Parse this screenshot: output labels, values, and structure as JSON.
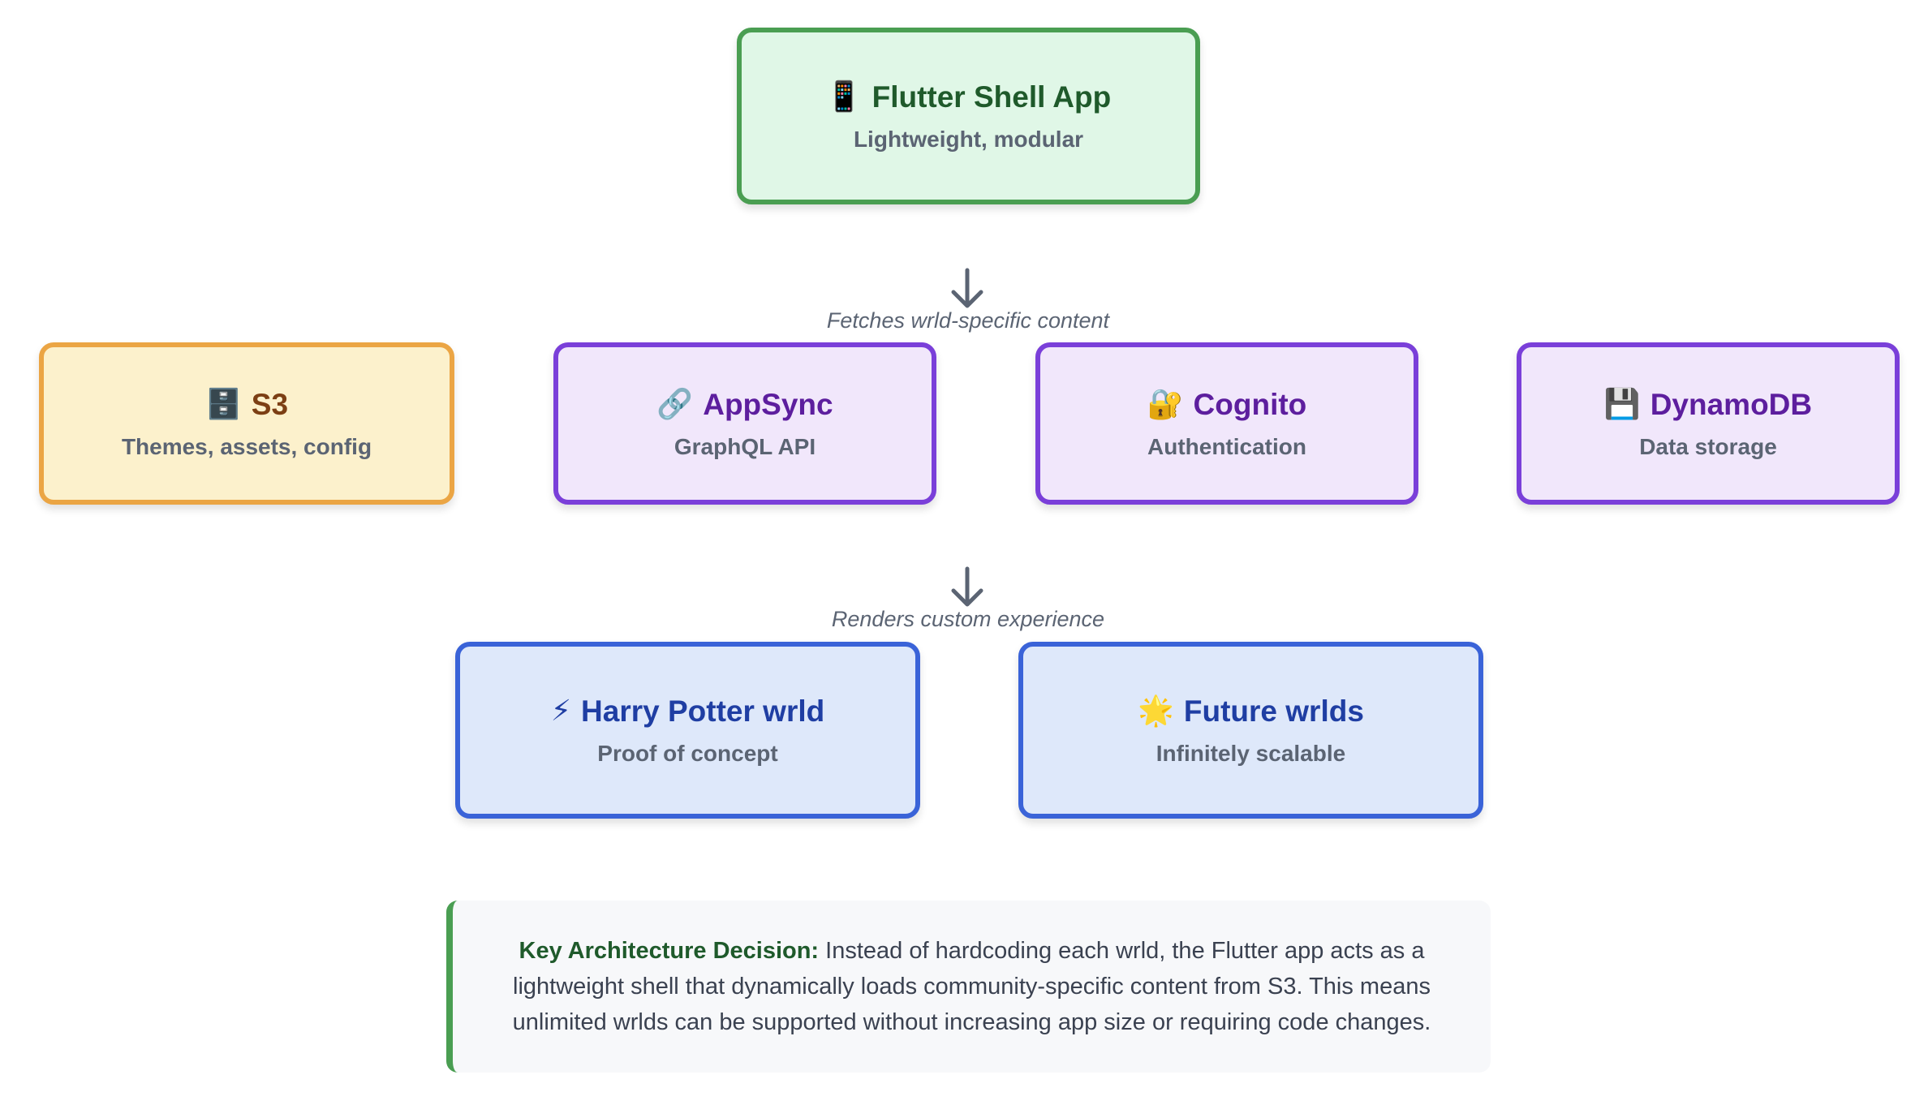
{
  "nodes": {
    "shell": {
      "icon": "📱",
      "title": "Flutter Shell App",
      "subtitle": "Lightweight, modular"
    },
    "s3": {
      "icon": "🗄️",
      "title": "S3",
      "subtitle": "Themes, assets, config"
    },
    "appsync": {
      "icon": "🔗",
      "title": "AppSync",
      "subtitle": "GraphQL API"
    },
    "cognito": {
      "icon": "🔐",
      "title": "Cognito",
      "subtitle": "Authentication"
    },
    "dynamo": {
      "icon": "💾",
      "title": "DynamoDB",
      "subtitle": "Data storage"
    },
    "hp": {
      "icon": "⚡",
      "title": "Harry Potter wrld",
      "subtitle": "Proof of concept"
    },
    "future": {
      "icon": "🌟",
      "title": "Future wrlds",
      "subtitle": "Infinitely scalable"
    }
  },
  "flows": {
    "fetch_label": "Fetches wrld-specific content",
    "render_label": "Renders custom experience"
  },
  "note": {
    "lead": "Key Architecture Decision:",
    "body": " Instead of hardcoding each wrld, the Flutter app acts as a lightweight shell that dynamically loads community-specific content from S3. This means unlimited wrlds can be supported without increasing app size or requiring code changes."
  },
  "colors": {
    "green": "#4a9e52",
    "orange": "#eba544",
    "purple": "#7a3fd9",
    "blue": "#3a63d8",
    "arrow": "#5b6473"
  }
}
